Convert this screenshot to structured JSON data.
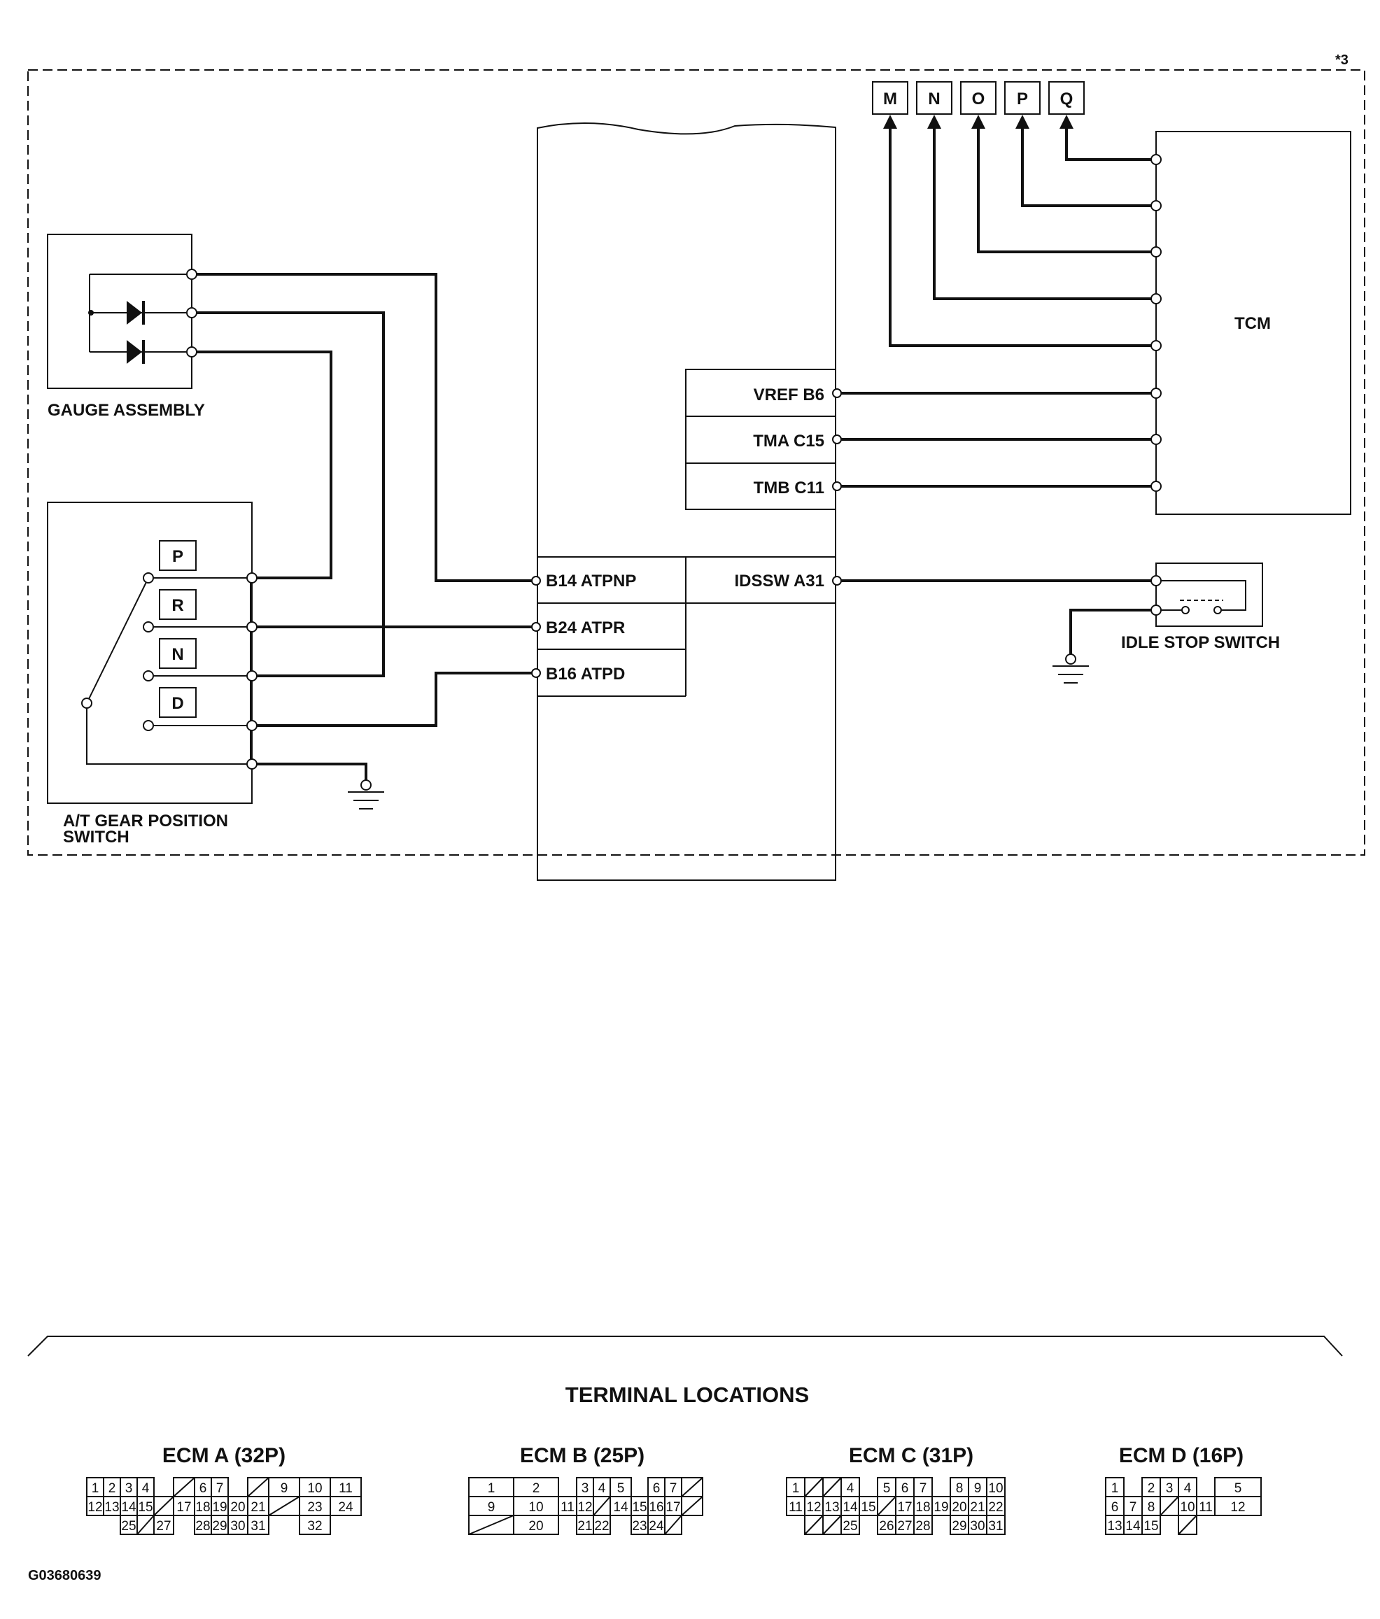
{
  "diagram": {
    "code": "*3",
    "figure_id": "G03680639",
    "section_title": "TERMINAL LOCATIONS",
    "components": {
      "gauge_assembly": "GAUGE ASSEMBLY",
      "gear_switch_line1": "A/T GEAR POSITION",
      "gear_switch_line2": "SWITCH",
      "tcm": "TCM",
      "idle_stop_switch": "IDLE STOP SWITCH"
    },
    "gear_positions": [
      "P",
      "R",
      "N",
      "D"
    ],
    "connectors_top": [
      "M",
      "N",
      "O",
      "P",
      "Q"
    ],
    "ecm_terminals_right": [
      "VREF B6",
      "TMA C15",
      "TMB C11",
      "IDSSW A31"
    ],
    "ecm_terminals_left": [
      "B14 ATPNP",
      "B24 ATPR",
      "B16 ATPD"
    ],
    "connector_titles": [
      "ECM A (32P)",
      "ECM B (25P)",
      "ECM C (31P)",
      "ECM D (16P)"
    ],
    "ecm_a": {
      "top": [
        "1",
        "2",
        "3",
        "4",
        "",
        "/",
        "6",
        "7",
        "",
        "/",
        "9",
        "10",
        "11"
      ],
      "mid": [
        "12",
        "13",
        "14",
        "15",
        "/",
        "17",
        "18",
        "19",
        "20",
        "21",
        "/",
        "23",
        "24"
      ],
      "bot": [
        "",
        "",
        "25",
        "/",
        "27",
        "",
        "28",
        "29",
        "30",
        "31",
        "",
        "32",
        ""
      ]
    },
    "ecm_b": {
      "top": [
        "1",
        "2",
        "",
        "3",
        "4",
        "5",
        "",
        "6",
        "7",
        "/"
      ],
      "mid": [
        "9",
        "10",
        "11",
        "12",
        "/",
        "14",
        "15",
        "16",
        "17",
        "/"
      ],
      "bot": [
        "/",
        "20",
        "",
        "21",
        "22",
        "",
        "23",
        "24",
        "/",
        ""
      ]
    },
    "ecm_c": {
      "top": [
        "1",
        "/",
        "/",
        "4",
        "",
        "5",
        "6",
        "7",
        "",
        "8",
        "9",
        "10"
      ],
      "mid": [
        "11",
        "12",
        "13",
        "14",
        "15",
        "/",
        "17",
        "18",
        "19",
        "20",
        "21",
        "22"
      ],
      "bot": [
        "",
        "/",
        "/",
        "25",
        "",
        "26",
        "27",
        "28",
        "",
        "29",
        "30",
        "31"
      ]
    },
    "ecm_d": {
      "top": [
        "1",
        "",
        "2",
        "3",
        "4",
        "",
        "5"
      ],
      "mid": [
        "6",
        "7",
        "8",
        "/",
        "10",
        "11",
        "12"
      ],
      "bot": [
        "13",
        "14",
        "15",
        "",
        "/",
        "",
        ""
      ]
    }
  }
}
